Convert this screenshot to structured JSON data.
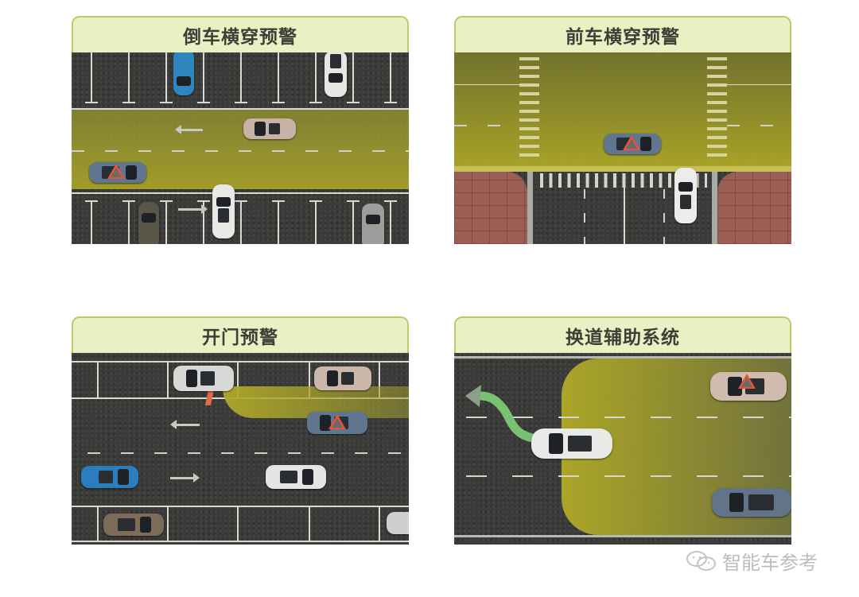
{
  "panels": [
    {
      "id": "rear-cross-traffic",
      "title": "倒车横穿预警"
    },
    {
      "id": "front-cross-traffic",
      "title": "前车横穿预警"
    },
    {
      "id": "door-open-warning",
      "title": "开门预警"
    },
    {
      "id": "lane-change-assist",
      "title": "换道辅助系统"
    }
  ],
  "watermark": {
    "text": "智能车参考",
    "icon": "wechat-icon"
  },
  "colors": {
    "header_bg": "#e9f0c4",
    "header_border": "#b9cc6a",
    "detection_zone": "#a8a43a",
    "warning": "#e3553a",
    "asphalt": "#3b3b39",
    "brick": "#9a5e55",
    "lane_arrow": "#7fd07a"
  }
}
